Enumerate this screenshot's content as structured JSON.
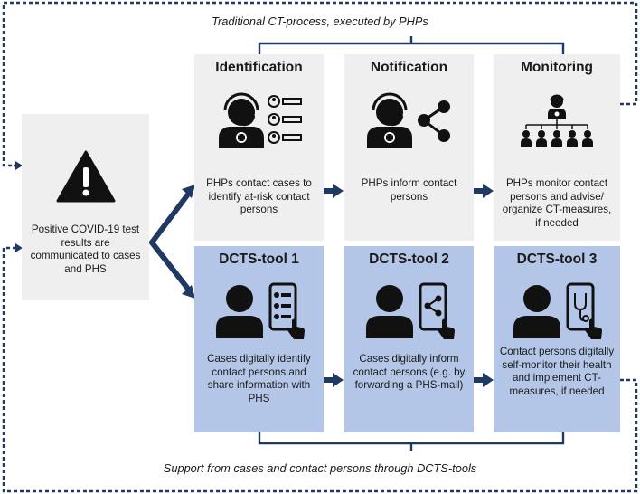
{
  "top_caption": "Traditional CT-process, executed by PHPs",
  "bottom_caption": "Support from cases and contact persons through DCTS-tools",
  "start_box": {
    "text": "Positive COVID-19 test results are communicated to cases and PHS",
    "icon": "warning-icon"
  },
  "traditional": [
    {
      "title": "Identification",
      "text": "PHPs contact cases to identify at-risk contact persons",
      "icon": "phone-operator-list-icon"
    },
    {
      "title": "Notification",
      "text": "PHPs inform contact persons",
      "icon": "phone-operator-share-icon"
    },
    {
      "title": "Monitoring",
      "text": "PHPs monitor contact persons and advise/ organize CT-measures, if needed",
      "icon": "hierarchy-icon"
    }
  ],
  "dcts": [
    {
      "title": "DCTS-tool 1",
      "text": "Cases digitally identify contact persons and share information with PHS",
      "icon": "person-phone-contacts-icon"
    },
    {
      "title": "DCTS-tool 2",
      "text": "Cases digitally inform contact persons (e.g. by forwarding a PHS-mail)",
      "icon": "person-phone-share-icon"
    },
    {
      "title": "DCTS-tool 3",
      "text": "Contact persons digitally self-monitor their health and implement CT-measures, if needed",
      "icon": "person-phone-stethoscope-icon"
    }
  ],
  "colors": {
    "arrow": "#203864",
    "grey_box": "#efefef",
    "blue_box": "#b4c6e7"
  }
}
